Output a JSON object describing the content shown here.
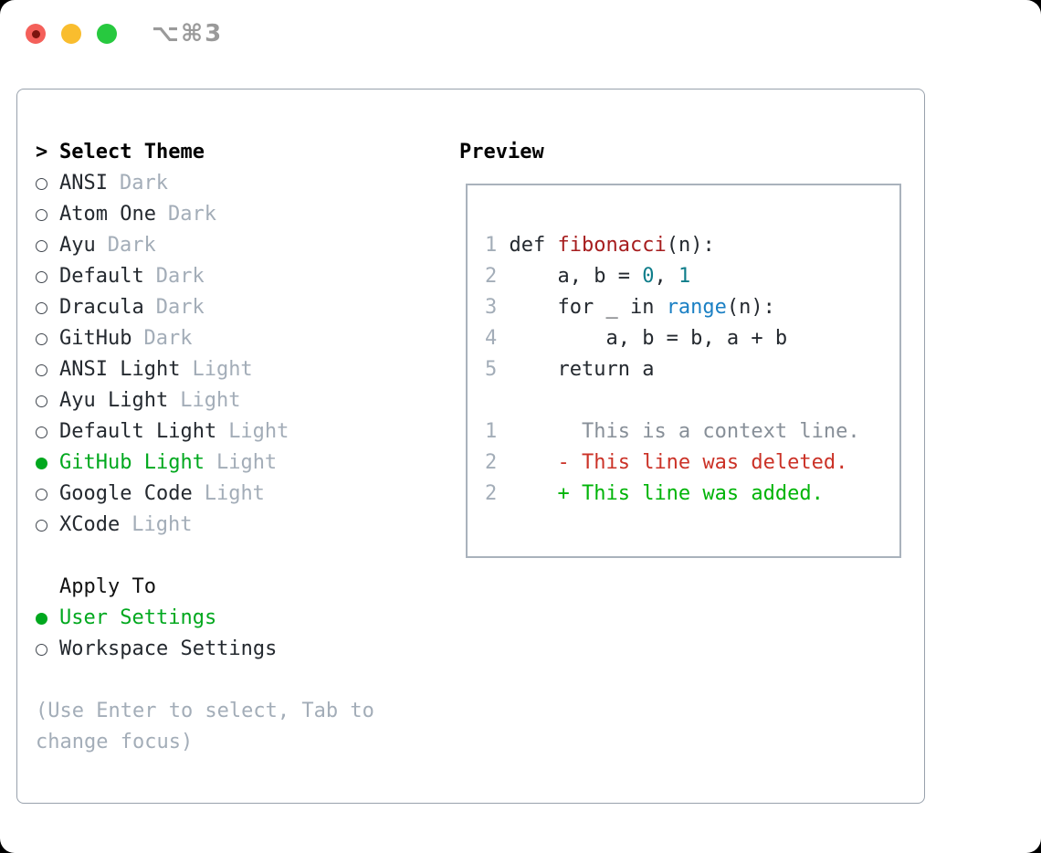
{
  "window": {
    "title": "⌥⌘3",
    "controls": [
      {
        "name": "close",
        "color": "#f4605a"
      },
      {
        "name": "minimize",
        "color": "#f9bd2e"
      },
      {
        "name": "maximize",
        "color": "#27c93f"
      }
    ]
  },
  "colors": {
    "accent_green": "#00a81e",
    "added_green": "#00b408",
    "deleted_red": "#cb3227",
    "function_red": "#a61d1e",
    "number_teal": "#0f7d8a",
    "builtin_blue": "#1b80c4",
    "text_dark": "#24292f",
    "muted_gray": "#a3adb8",
    "panel_border": "#98a1ac"
  },
  "picker": {
    "header_marker": ">",
    "header": "Select Theme",
    "themes": [
      {
        "name": "ANSI",
        "variant": "Dark",
        "selected": false
      },
      {
        "name": "Atom One",
        "variant": "Dark",
        "selected": false
      },
      {
        "name": "Ayu",
        "variant": "Dark",
        "selected": false
      },
      {
        "name": "Default",
        "variant": "Dark",
        "selected": false
      },
      {
        "name": "Dracula",
        "variant": "Dark",
        "selected": false
      },
      {
        "name": "GitHub",
        "variant": "Dark",
        "selected": false
      },
      {
        "name": "ANSI Light",
        "variant": "Light",
        "selected": false
      },
      {
        "name": "Ayu Light",
        "variant": "Light",
        "selected": false
      },
      {
        "name": "Default Light",
        "variant": "Light",
        "selected": false
      },
      {
        "name": "GitHub Light",
        "variant": "Light",
        "selected": true
      },
      {
        "name": "Google Code",
        "variant": "Light",
        "selected": false
      },
      {
        "name": "XCode",
        "variant": "Light",
        "selected": false
      }
    ],
    "apply_header": "Apply To",
    "apply_options": [
      {
        "label": "User Settings",
        "selected": true
      },
      {
        "label": "Workspace Settings",
        "selected": false
      }
    ],
    "hint": "(Use Enter to select, Tab to change focus)"
  },
  "preview": {
    "header": "Preview",
    "lines": [
      {
        "segments": [
          {
            "text": "1 ",
            "style": "linenum"
          },
          {
            "text": "def ",
            "style": "plain"
          },
          {
            "text": "fibonacci",
            "style": "function"
          },
          {
            "text": "(n):",
            "style": "plain"
          }
        ]
      },
      {
        "segments": [
          {
            "text": "2 ",
            "style": "linenum"
          },
          {
            "text": "    a, b = ",
            "style": "plain"
          },
          {
            "text": "0",
            "style": "number"
          },
          {
            "text": ", ",
            "style": "plain"
          },
          {
            "text": "1",
            "style": "number"
          }
        ]
      },
      {
        "segments": [
          {
            "text": "3 ",
            "style": "linenum"
          },
          {
            "text": "    for _ in ",
            "style": "plain"
          },
          {
            "text": "range",
            "style": "builtin"
          },
          {
            "text": "(n):",
            "style": "plain"
          }
        ]
      },
      {
        "segments": [
          {
            "text": "4 ",
            "style": "linenum"
          },
          {
            "text": "        a, b = b, a + b",
            "style": "plain"
          }
        ]
      },
      {
        "segments": [
          {
            "text": "5 ",
            "style": "linenum"
          },
          {
            "text": "    return a",
            "style": "plain"
          }
        ]
      },
      {
        "segments": []
      },
      {
        "segments": [
          {
            "text": "1 ",
            "style": "linenum"
          },
          {
            "text": "      This is a context line.",
            "style": "context"
          }
        ]
      },
      {
        "segments": [
          {
            "text": "2 ",
            "style": "linenum"
          },
          {
            "text": "    - This line was deleted.",
            "style": "deleted"
          }
        ]
      },
      {
        "segments": [
          {
            "text": "2 ",
            "style": "linenum"
          },
          {
            "text": "    + This line was added.",
            "style": "added"
          }
        ]
      }
    ]
  }
}
